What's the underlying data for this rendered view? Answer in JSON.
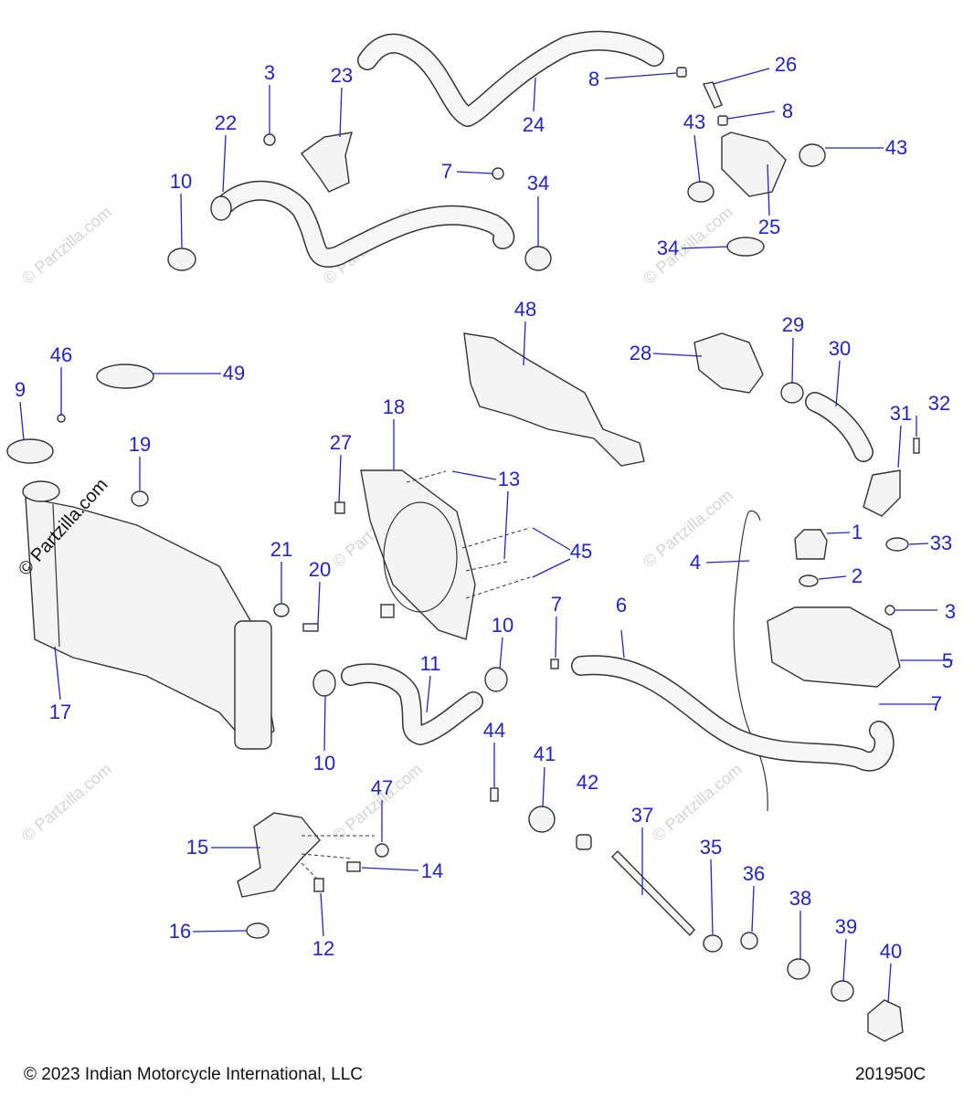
{
  "diagram": {
    "callouts": [
      {
        "label": "3"
      },
      {
        "label": "23"
      },
      {
        "label": "22"
      },
      {
        "label": "24"
      },
      {
        "label": "10"
      },
      {
        "label": "7"
      },
      {
        "label": "34"
      },
      {
        "label": "8"
      },
      {
        "label": "26"
      },
      {
        "label": "8"
      },
      {
        "label": "43"
      },
      {
        "label": "43"
      },
      {
        "label": "25"
      },
      {
        "label": "34"
      },
      {
        "label": "48"
      },
      {
        "label": "28"
      },
      {
        "label": "29"
      },
      {
        "label": "30"
      },
      {
        "label": "46"
      },
      {
        "label": "49"
      },
      {
        "label": "9"
      },
      {
        "label": "19"
      },
      {
        "label": "18"
      },
      {
        "label": "27"
      },
      {
        "label": "13"
      },
      {
        "label": "31"
      },
      {
        "label": "32"
      },
      {
        "label": "1"
      },
      {
        "label": "33"
      },
      {
        "label": "4"
      },
      {
        "label": "45"
      },
      {
        "label": "21"
      },
      {
        "label": "20"
      },
      {
        "label": "2"
      },
      {
        "label": "7"
      },
      {
        "label": "6"
      },
      {
        "label": "3"
      },
      {
        "label": "10"
      },
      {
        "label": "11"
      },
      {
        "label": "5"
      },
      {
        "label": "17"
      },
      {
        "label": "10"
      },
      {
        "label": "7"
      },
      {
        "label": "44"
      },
      {
        "label": "41"
      },
      {
        "label": "42"
      },
      {
        "label": "47"
      },
      {
        "label": "37"
      },
      {
        "label": "15"
      },
      {
        "label": "14"
      },
      {
        "label": "35"
      },
      {
        "label": "36"
      },
      {
        "label": "38"
      },
      {
        "label": "16"
      },
      {
        "label": "12"
      },
      {
        "label": "39"
      },
      {
        "label": "40"
      }
    ]
  },
  "footer": {
    "copyright": "© 2023 Indian Motorcycle International, LLC",
    "diagram_id": "201950C"
  },
  "watermark": {
    "text": "© Partzilla.com"
  }
}
